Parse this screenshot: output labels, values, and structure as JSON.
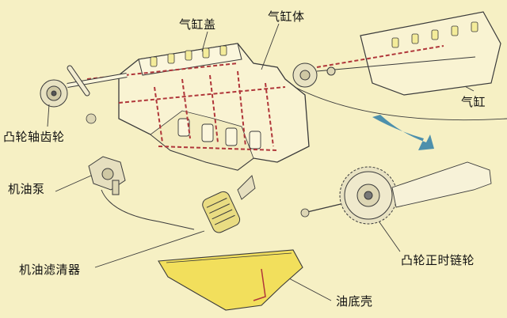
{
  "labels": {
    "cylinder_head": "气缸盖",
    "cylinder_block": "气缸体",
    "cylinder": "气缸",
    "camshaft_gear": "凸轮轴齿轮",
    "oil_pump": "机油泵",
    "oil_filter": "机油滤清器",
    "cam_timing_sprocket": "凸轮正时链轮",
    "oil_pan": "油底壳"
  },
  "colors": {
    "background": "#f6f0c4",
    "line": "#3a3a3a",
    "oil_path": "#b0363a",
    "oil_pan_fill": "#f2df5c",
    "arrow": "#2f7fa8"
  }
}
